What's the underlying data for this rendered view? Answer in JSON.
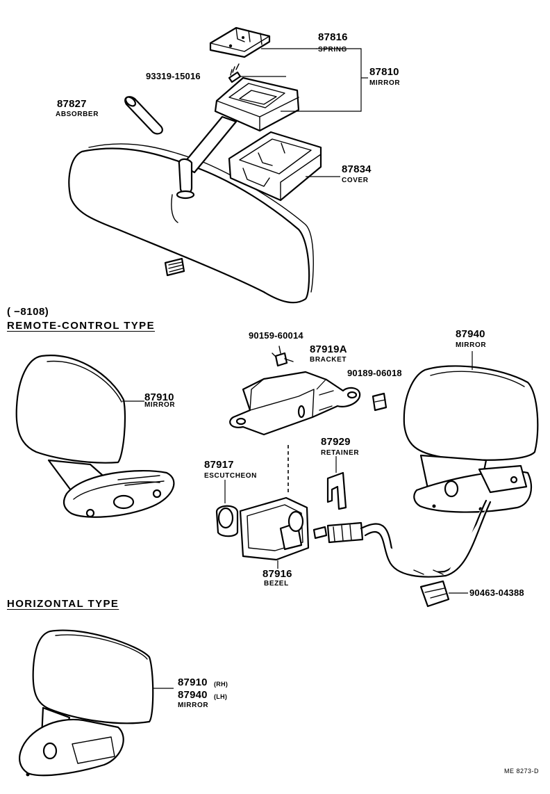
{
  "parts": {
    "spring_no": "87816",
    "spring_name": "SPRING",
    "screw_no": "93319-15016",
    "mirror_inner_no": "87810",
    "mirror_inner_name": "MIRROR",
    "absorber_no": "87827",
    "absorber_name": "ABSORBER",
    "cover_no": "87834",
    "cover_name": "COVER",
    "bolt_no": "90159-60014",
    "bracket_no": "87919A",
    "bracket_name": "BRACKET",
    "clip_no": "90189-06018",
    "mirror_rc_no": "87940",
    "mirror_rc_name": "MIRROR",
    "mirror_left_no": "87910",
    "mirror_left_name": "MIRROR",
    "retainer_no": "87929",
    "retainer_name": "RETAINER",
    "escutcheon_no": "87917",
    "escutcheon_name": "ESCUTCHEON",
    "bezel_no": "87916",
    "bezel_name": "BEZEL",
    "connector_no": "90463-04388",
    "horiz_rh_no": "87910",
    "horiz_rh_tag": "(RH)",
    "horiz_lh_no": "87940",
    "horiz_lh_tag": "(LH)",
    "horiz_name": "MIRROR"
  },
  "headings": {
    "range": "(        −8108)",
    "remote": "REMOTE-CONTROL  TYPE",
    "horizontal": "HORIZONTAL  TYPE"
  },
  "footer": {
    "code": "ME  8273-D"
  }
}
